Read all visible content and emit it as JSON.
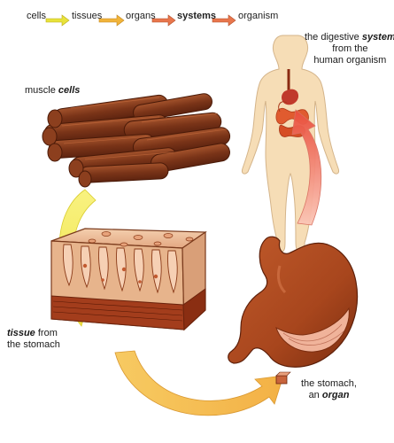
{
  "flow": {
    "t1": "cells",
    "t2": "tissues",
    "t3": "organs",
    "t4": "systems",
    "t5": "organism",
    "arrow_colors": [
      "#e8e23a",
      "#f1b43a",
      "#e8764c",
      "#e8764c"
    ]
  },
  "labels": {
    "muscle_pre": "muscle ",
    "muscle_em": "cells",
    "digestive_pre": "the digestive ",
    "digestive_em": "system",
    "digestive_l2": "from the",
    "digestive_l3": "human organism",
    "tissue_em": "tissue",
    "tissue_post": " from",
    "tissue_l2": "the stomach",
    "stomach_l1": "the stomach,",
    "stomach_pre": "an ",
    "stomach_em": "organ"
  },
  "colors": {
    "body_fill": "#f6ddb6",
    "muscle": "#7a3418",
    "stomach": "#a8461d",
    "tissue": "#e9b58f"
  }
}
